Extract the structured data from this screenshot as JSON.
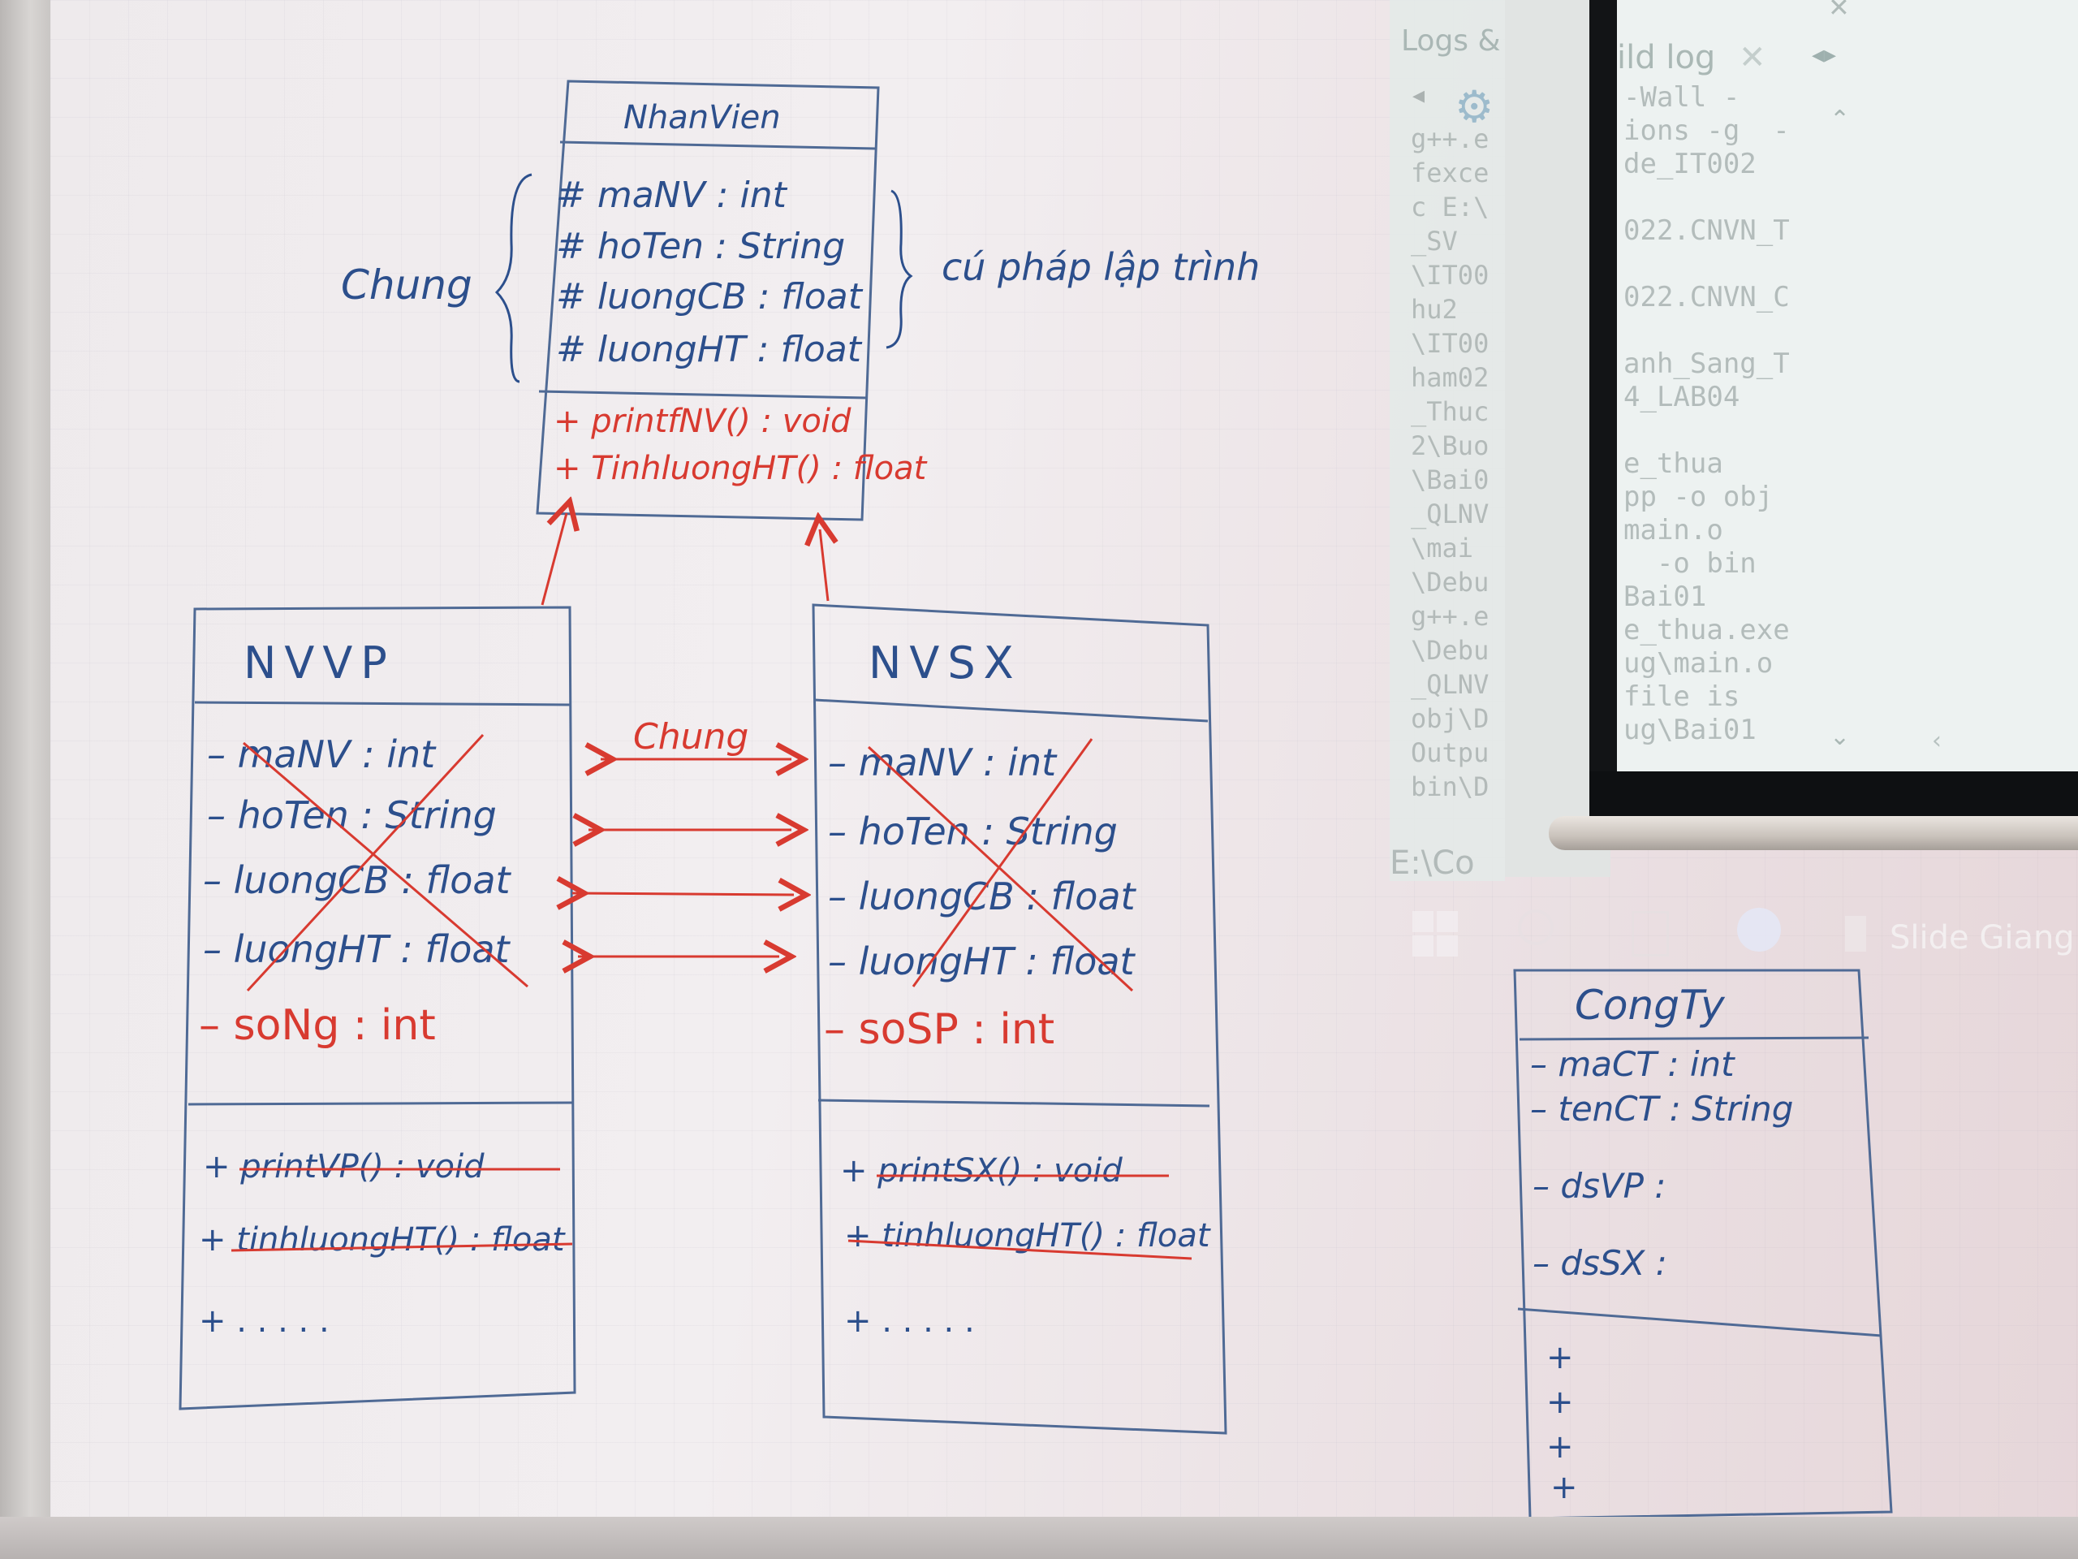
{
  "nhanvien": {
    "title": "NhanVien",
    "attributes": [
      "# maNV : int",
      "# hoTen : String",
      "# luongCB : float",
      "# luongHT : float"
    ],
    "methods": [
      "+ printfNV() : void",
      "+ TinhluongHT() : float"
    ]
  },
  "annotations": {
    "left": "Chung",
    "right": "cú pháp lập trình",
    "shared": "Chung"
  },
  "nvvp": {
    "title": "NVVP",
    "attributes": [
      "– maNV : int",
      "– hoTen : String",
      "– luongCB : float",
      "– luongHT : float"
    ],
    "own_attribute": "– soNg : int",
    "methods": [
      "+ printVP() : void",
      "+ tinhluongHT() : float"
    ],
    "more": "+ . . . . ."
  },
  "nvsx": {
    "title": "NVSX",
    "attributes": [
      "– maNV : int",
      "– hoTen : String",
      "– luongCB : float",
      "– luongHT : float"
    ],
    "own_attribute": "– soSP : int",
    "methods": [
      "+ printSX() : void",
      "+ tinhluongHT() : float"
    ],
    "more": "+ . . . . ."
  },
  "congty": {
    "title": "CongTy",
    "attributes": [
      "– maCT : int",
      "– tenCT : String"
    ],
    "lists": [
      "– dsVP :",
      "– dsSX :"
    ],
    "methods": [
      "+",
      "+",
      "+",
      "+"
    ]
  },
  "projection": {
    "left_panel_header": "Logs &",
    "left_panel_lines": [
      "g++.e",
      "fexce",
      "c E:\\",
      "_SV",
      "\\IT00",
      "hu2",
      "\\IT00",
      "ham02",
      "_Thuc",
      "2\\Buo",
      "\\Bai0",
      "_QLNV",
      "\\mai",
      "\\Debu",
      "g++.e",
      "\\Debu",
      "_QLNV",
      "obj\\D",
      "Outpu",
      "bin\\D"
    ],
    "left_panel_footer": "E:\\Co",
    "build_log_tab": "ild log",
    "build_log_lines": [
      "-Wall -",
      "ions -g  -",
      "de_IT002",
      "",
      "022.CNVN_T",
      "",
      "022.CNVN_C",
      "",
      "anh_Sang_T",
      "4_LAB04",
      "",
      "e_thua",
      "pp -o obj",
      "main.o",
      "  -o bin",
      "Bai01",
      "e_thua.exe",
      "ug\\main.o",
      "file is",
      "ug\\Bai01"
    ],
    "taskbar_label": "Slide Giang"
  },
  "colors": {
    "blue_marker": "#2c4f8c",
    "red_marker": "#d83a30",
    "box_line": "#4f6a95"
  }
}
